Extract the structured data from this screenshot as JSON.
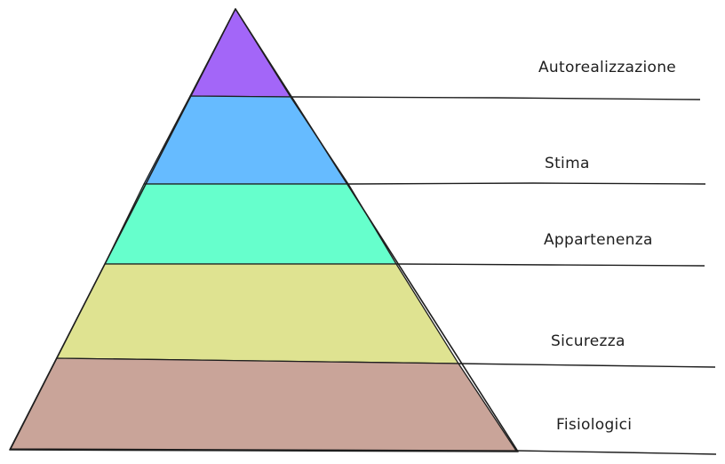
{
  "pyramid": {
    "tiers": [
      {
        "label": "Autorealizzazione",
        "color": "#a366f8"
      },
      {
        "label": "Stima",
        "color": "#66bbff"
      },
      {
        "label": "Appartenenza",
        "color": "#66ffcc"
      },
      {
        "label": "Sicurezza",
        "color": "#dfe391"
      },
      {
        "label": "Fisiologici",
        "color": "#c9a499"
      }
    ]
  }
}
